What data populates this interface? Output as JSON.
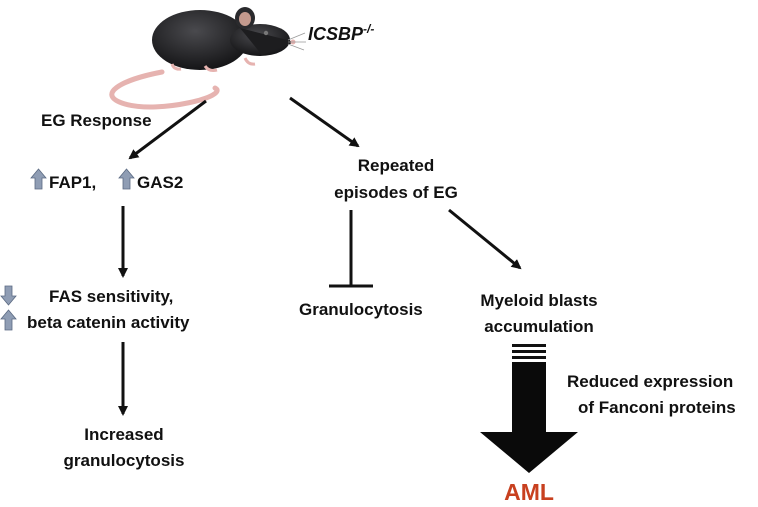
{
  "diagram": {
    "mouse_label": "ICSBP",
    "mouse_label_superscript": "-/-",
    "eg_response": "EG Response",
    "fap1": "FAP1,",
    "gas2": "GAS2",
    "fas_sensitivity": "FAS sensitivity,",
    "beta_catenin": "beta catenin activity",
    "increased_line1": "Increased",
    "increased_line2": "granulocytosis",
    "repeated_line1": "Repeated",
    "repeated_line2": "episodes of EG",
    "granulocytosis": "Granulocytosis",
    "myeloid_line1": "Myeloid blasts",
    "myeloid_line2": "accumulation",
    "reduced_line1": "Reduced expression",
    "reduced_line2": "of Fanconi proteins",
    "aml": "AML"
  },
  "colors": {
    "text": "#111111",
    "aml": "#c8401f",
    "small_arrow": "#8f9db4",
    "mouse_body": "#1d1d1f",
    "mouse_tail": "#e6b3b0"
  }
}
